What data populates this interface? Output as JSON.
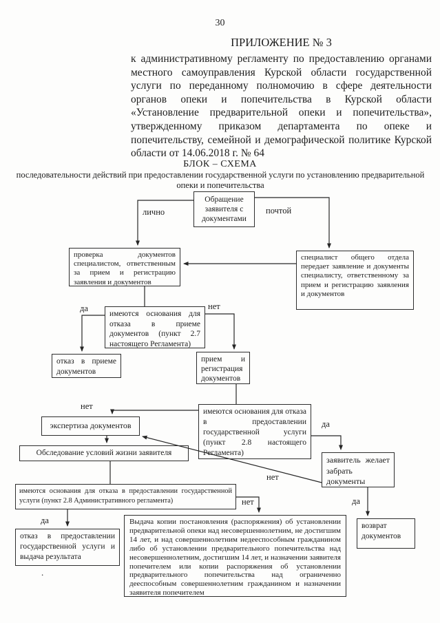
{
  "page_number": "30",
  "header": {
    "appendix_title": "ПРИЛОЖЕНИЕ № 3",
    "paragraph": "к административному регламенту по предоставлению органами местного самоуправления Курской области государственной услуги по переданному полномочию в сфере деятельности органов опеки и попечительства в Курской области «Установление предварительной опеки и попечительства», утвержденному приказом департамента по опеке и попечительству, семейной и демографической политике Курской области от 14.06.2018 г. № 64"
  },
  "schema_header": {
    "title": "БЛОК – СХЕМА",
    "subtitle": "последовательности действий при предоставлении государственной услуги по установлению предварительной опеки и попечительства"
  },
  "flowchart": {
    "nodes": {
      "obrashchenie": "Обращение заявителя с документами",
      "proverka": "проверка документов специалистом, ответственным за прием и регистрацию заявления и документов",
      "specialist": "специалист общего отдела передает заявление и документы специалисту, ответственному за прием и регистрацию заявления и документов",
      "decision1": "имеются основания для отказа в приеме документов (пункт 2.7 настоящего Регламента)",
      "otkaz_priem": "отказ в приеме документов",
      "priem": "прием и регистрация документов",
      "decision2": "имеются основания для отказа в предоставлении государственной услуги (пункт 2.8 настоящего Регламента)",
      "ekspertiza": "экспертиза документов",
      "obsledovanie": "Обследование условий жизни заявителя",
      "zayavitel": "заявитель желает забрать документы",
      "decision3": "имеются основания для отказа в предоставлении государственной услуги (пункт 2.8 Административного регламента)",
      "otkaz_gosuslugi": "отказ в предоставлении государственной услуги и выдача результата",
      "vydacha": "Выдача копии постановления (распоряжения) об установлении предварительной опеки над несовершеннолетним, не достигшим 14 лет, и над совершеннолетним недееспособным гражданином либо об установлении предварительного попечительства над несовершеннолетним, достигшим 14 лет, и назначении заявителя попечителем или копии распоряжения об установлении предварительного попечительства над ограниченно дееспособным совершеннолетним гражданином и назначении заявителя попечителем",
      "vozvrat": "возврат документов"
    },
    "edge_labels": {
      "lichno": "лично",
      "pochtoy": "почтой",
      "da": "да",
      "net": "нет"
    },
    "stray_dot": "."
  }
}
